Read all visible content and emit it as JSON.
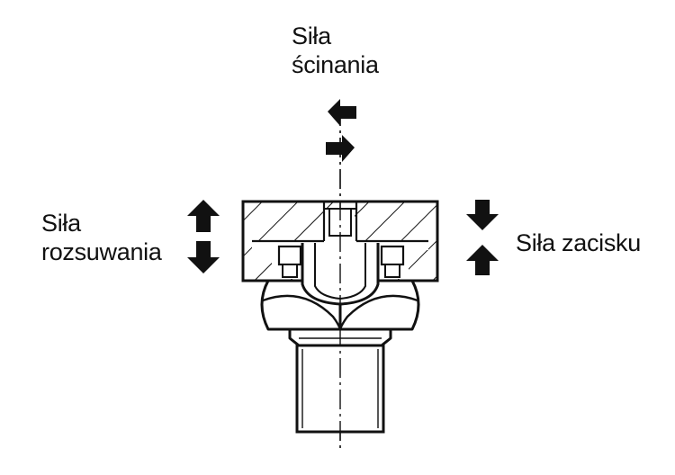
{
  "labels": {
    "shear": {
      "line1": "Siła",
      "line2": "ścinania"
    },
    "spreading": {
      "line1": "Siła",
      "line2": "rozsuwania"
    },
    "clamping": {
      "text": "Siła zacisku"
    }
  },
  "arrows": {
    "shear": [
      "arrow-left",
      "arrow-right"
    ],
    "spreading": [
      "arrow-up",
      "arrow-down"
    ],
    "clamping": [
      "arrow-down",
      "arrow-up"
    ]
  },
  "colors": {
    "ink": "#111111",
    "background": "#ffffff"
  }
}
